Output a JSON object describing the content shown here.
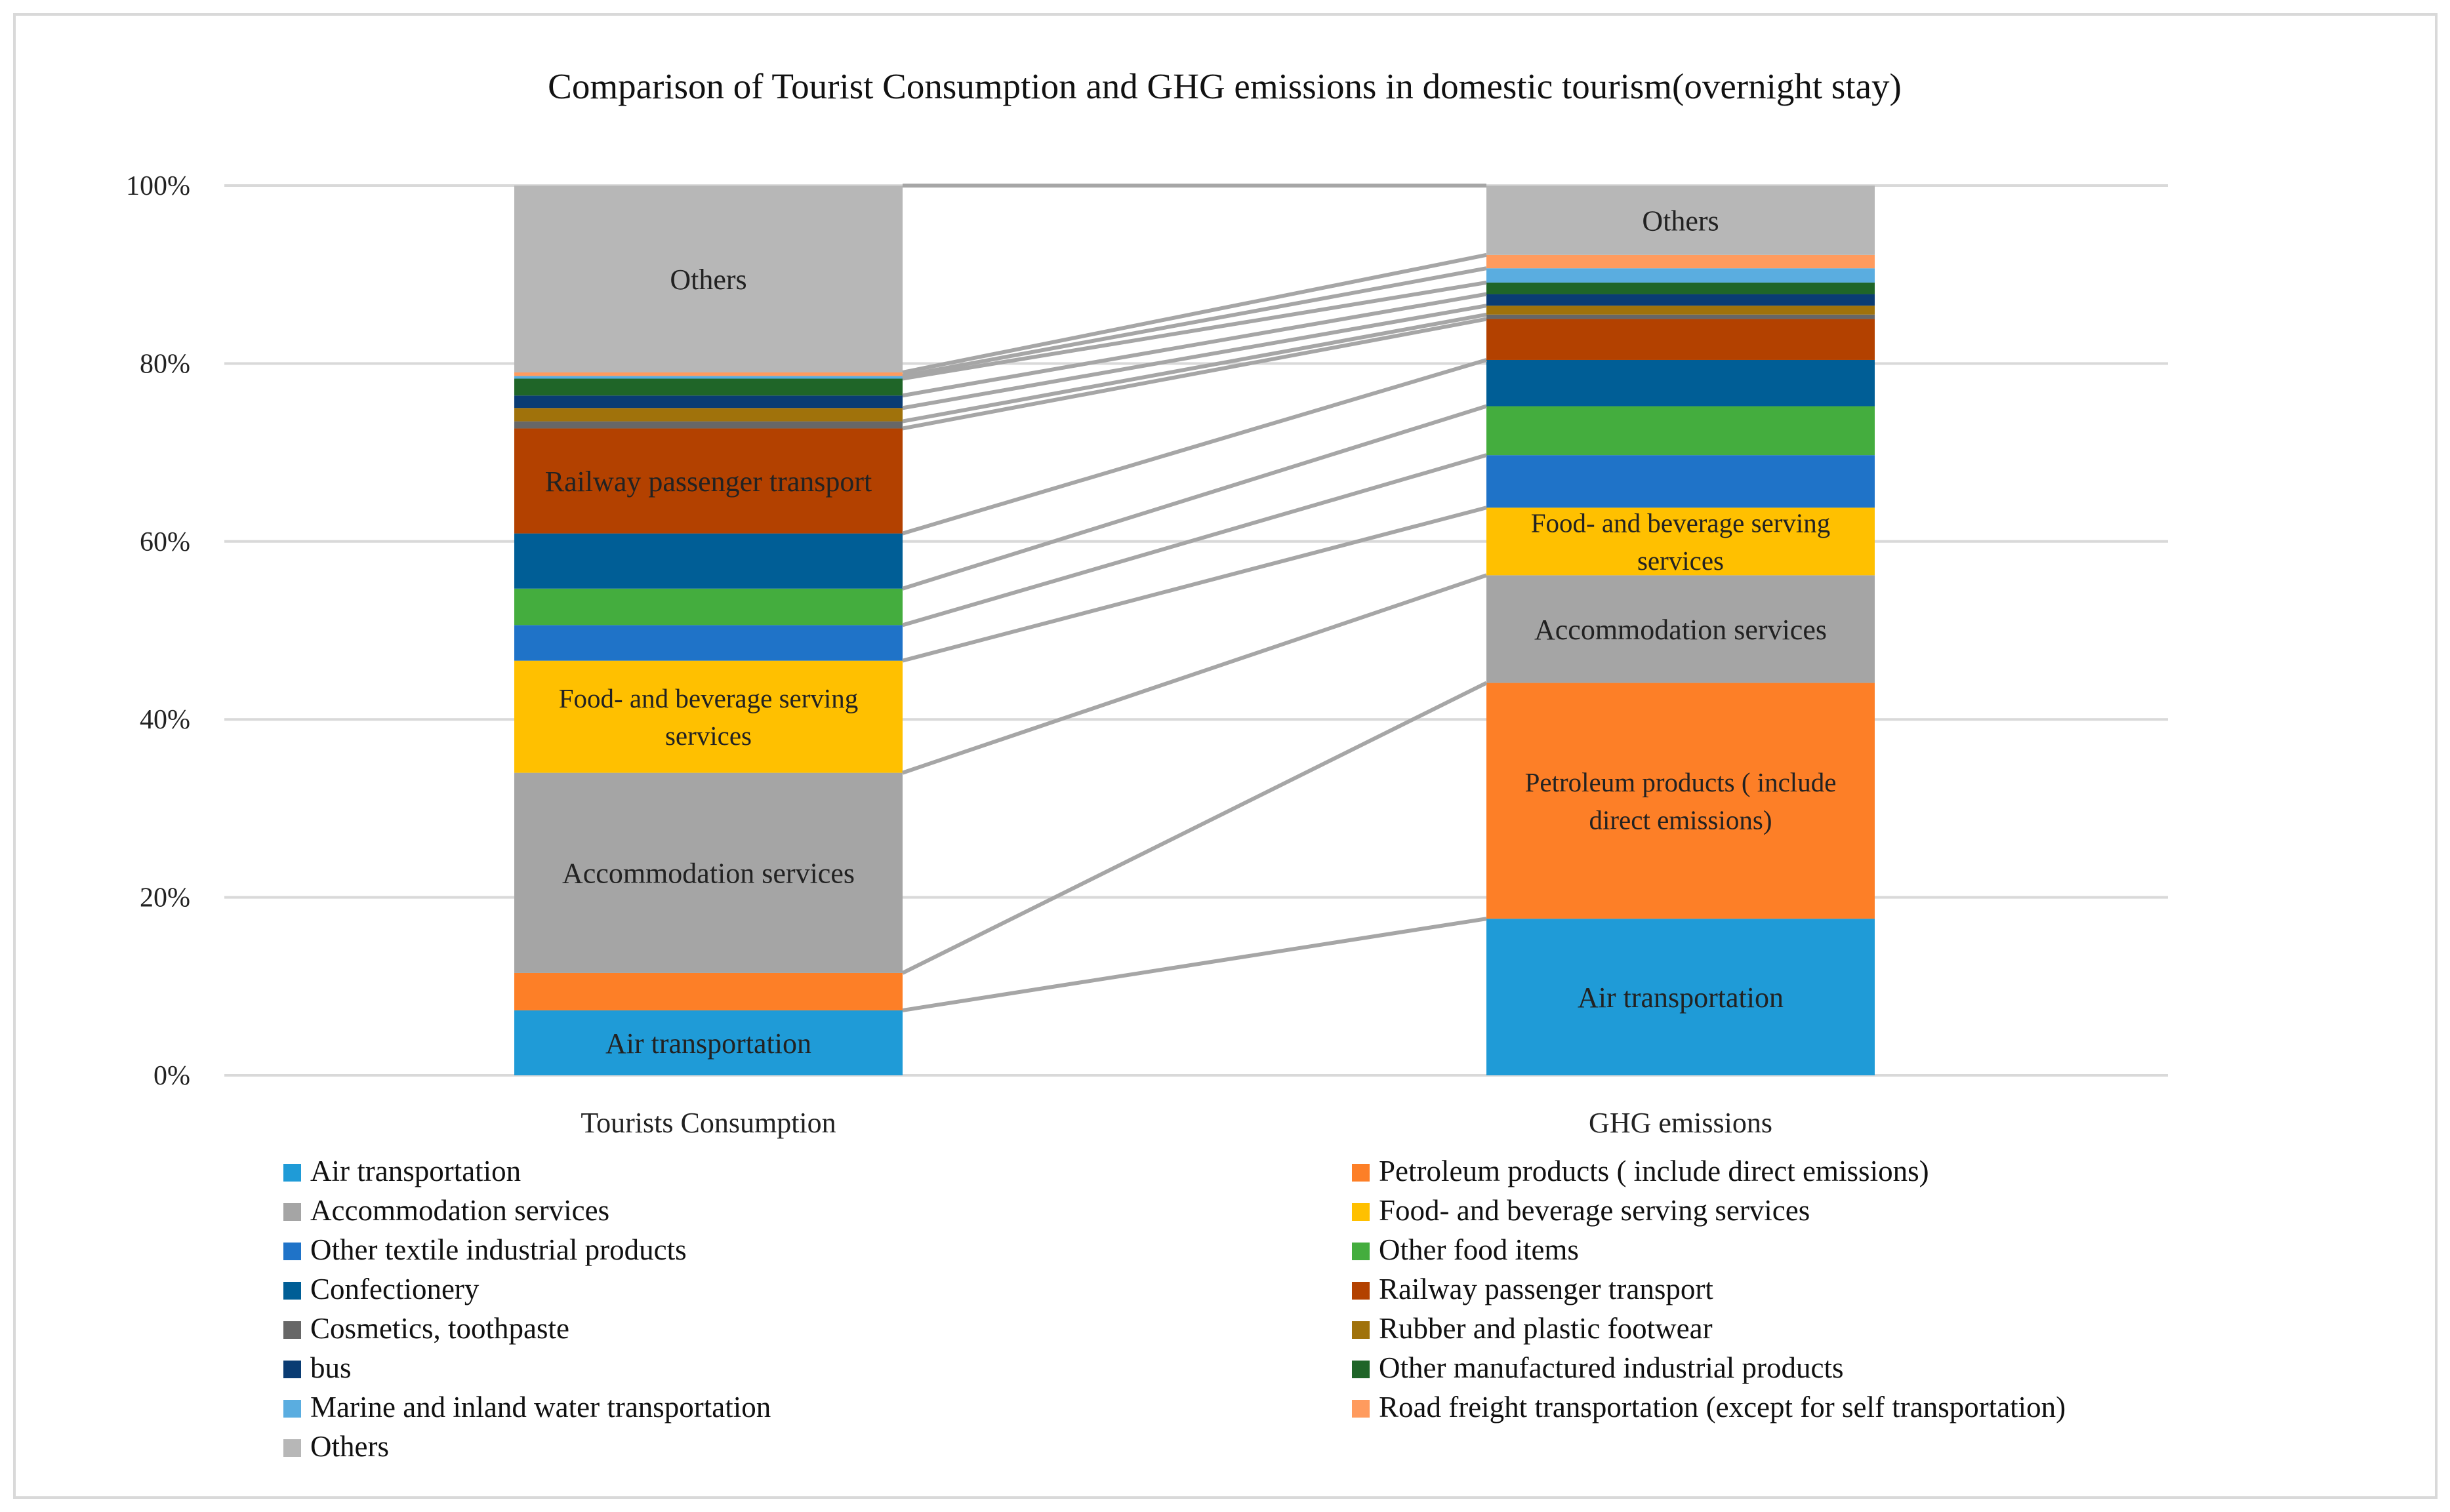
{
  "chart_data": {
    "type": "bar",
    "stacked": true,
    "percent_axis": true,
    "title": "Comparison of  Tourist Consumption and GHG emissions in domestic tourism(overnight stay)",
    "xlabel": "",
    "ylabel": "",
    "ylim": [
      0,
      100
    ],
    "y_ticks": [
      "0%",
      "20%",
      "40%",
      "60%",
      "80%",
      "100%"
    ],
    "grid": true,
    "legend_position": "bottom",
    "connector_color": "#a6a6a6",
    "categories": [
      "Tourists Consumption",
      "GHG emissions"
    ],
    "series": [
      {
        "name": "Air transportation",
        "color": "#1f9bd7",
        "values": [
          7.3,
          17.6
        ],
        "labels": [
          "Air transportation",
          "Air transportation"
        ]
      },
      {
        "name": "Petroleum products ( include direct emissions)",
        "color": "#fd7f27",
        "values": [
          4.2,
          26.5
        ],
        "labels": [
          "",
          "Petroleum products ( include|direct emissions)"
        ]
      },
      {
        "name": "Accommodation services",
        "color": "#a5a5a5",
        "values": [
          22.5,
          12.1
        ],
        "labels": [
          "Accommodation services",
          "Accommodation services"
        ]
      },
      {
        "name": "Food- and beverage serving services",
        "color": "#ffc000",
        "values": [
          12.6,
          7.6
        ],
        "labels": [
          "Food- and beverage serving|services",
          "Food- and beverage serving|services"
        ]
      },
      {
        "name": "Other textile industrial products",
        "color": "#1f73c8",
        "values": [
          4.0,
          5.9
        ],
        "labels": [
          "",
          ""
        ]
      },
      {
        "name": "Other food items",
        "color": "#44ad3e",
        "values": [
          4.1,
          5.5
        ],
        "labels": [
          "",
          ""
        ]
      },
      {
        "name": "Confectionery",
        "color": "#005e96",
        "values": [
          6.2,
          5.2
        ],
        "labels": [
          "",
          ""
        ]
      },
      {
        "name": "Railway passenger transport",
        "color": "#b34100",
        "values": [
          11.8,
          4.6
        ],
        "labels": [
          "Railway passenger transport",
          ""
        ]
      },
      {
        "name": "Cosmetics, toothpaste",
        "color": "#676767",
        "values": [
          0.8,
          0.5
        ],
        "labels": [
          "",
          ""
        ]
      },
      {
        "name": "Rubber and plastic footwear",
        "color": "#a0720b",
        "values": [
          1.5,
          1.0
        ],
        "labels": [
          "",
          ""
        ]
      },
      {
        "name": "bus",
        "color": "#0a3c73",
        "values": [
          1.4,
          1.3
        ],
        "labels": [
          "",
          ""
        ]
      },
      {
        "name": "Other manufactured industrial products",
        "color": "#1f6528",
        "values": [
          1.9,
          1.3
        ],
        "labels": [
          "",
          ""
        ]
      },
      {
        "name": "Marine and inland water transportation",
        "color": "#5aade0",
        "values": [
          0.3,
          1.6
        ],
        "labels": [
          "",
          ""
        ]
      },
      {
        "name": "Road freight transportation (except for self transportation)",
        "color": "#ff9b5e",
        "values": [
          0.4,
          1.5
        ],
        "labels": [
          "",
          ""
        ]
      },
      {
        "name": "Others",
        "color": "#b7b7b7",
        "values": [
          21.0,
          7.8
        ],
        "labels": [
          "Others",
          "Others"
        ]
      }
    ]
  }
}
